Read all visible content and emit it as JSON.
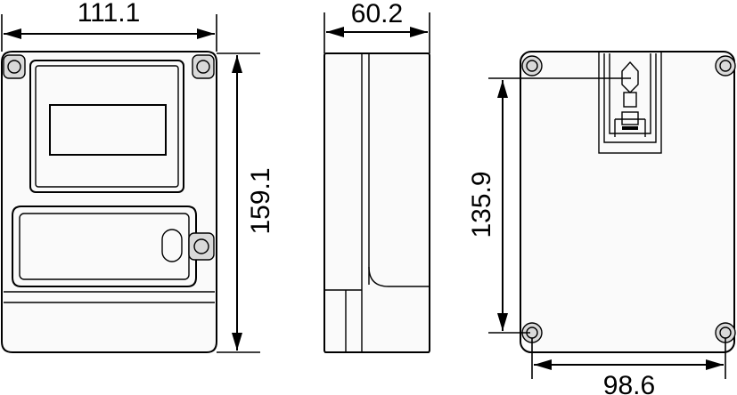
{
  "dimensions": {
    "front_width": "111.1",
    "front_height": "159.1",
    "side_depth": "60.2",
    "back_hole_vertical": "135.9",
    "back_hole_horizontal": "98.6"
  }
}
